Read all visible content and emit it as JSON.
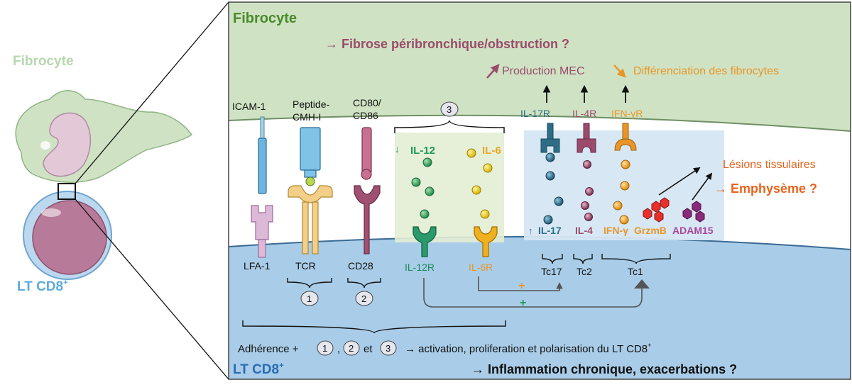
{
  "left": {
    "fibrocyte_label": "Fibrocyte",
    "lt_label": "LT CD8",
    "lt_sup": "+"
  },
  "top": {
    "title": "Fibrocyte",
    "fibrose": "→ Fibrose péribronchique/obstruction ?",
    "production": "Production MEC",
    "differenciation": "Différenciation des fibrocytes"
  },
  "receptors_top": {
    "icam": "ICAM-1",
    "peptide_1": "Peptide-",
    "peptide_2": "CMH-I",
    "cd80_1": "CD80/",
    "cd80_2": "CD86",
    "il17r": "IL-17R",
    "il4r": "IL-4R",
    "ifngr": "IFN-γR"
  },
  "cytokines": {
    "il12": "IL-12",
    "il6": "IL-6",
    "il17": "IL-17",
    "il4": "IL-4",
    "ifng": "IFN-γ",
    "grzmb": "GrzmB",
    "adam15": "ADAM15"
  },
  "effects": {
    "lesions": "Lésions tissulaires",
    "emphyseme": "→ Emphysème ?"
  },
  "receptors_bottom": {
    "lfa": "LFA-1",
    "tcr": "TCR",
    "cd28": "CD28",
    "il12r": "IL-12R",
    "il6r": "IL-6R"
  },
  "subsets": {
    "tc17": "Tc17",
    "tc2": "Tc2",
    "tc1": "Tc1"
  },
  "numbers": {
    "n1": "1",
    "n2": "2",
    "n3": "3"
  },
  "signs": {
    "plus_orange": "+",
    "plus_green": "+",
    "arrow_down": "↓",
    "arrow_up": "↑",
    "arrow_n": "↑"
  },
  "bottom": {
    "adherence": "Adhérence +",
    "comma": ",",
    "et": "et",
    "activation": "→ activation, proliferation et polarisation du LT CD8",
    "activation_sup": "+",
    "lt_label": "LT CD8",
    "lt_sup": "+",
    "inflammation": "→ Inflammation chronique, exacerbations ?"
  },
  "colors": {
    "fibro_green": "#cfe3c4",
    "lt_blue": "#a9cde8",
    "title_green": "#4a8a2a",
    "lt_title": "#2a6bb5",
    "mauve": "#9a4b6b",
    "orange": "#e8962a",
    "teal": "#2d6e86",
    "il12_green": "#1e9a5a",
    "emph_orange": "#e8641e",
    "adam_purple": "#a8469a"
  }
}
